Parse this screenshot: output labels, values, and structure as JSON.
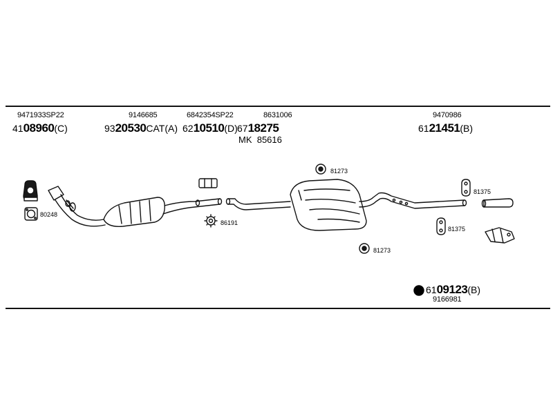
{
  "columns": [
    {
      "oe": "9471933SP22",
      "prefix": "41",
      "code": "08960",
      "suffix": "(C)"
    },
    {
      "oe": "9146685",
      "prefix": "93",
      "code": "20530",
      "suffix": "CAT(A)"
    },
    {
      "oe": "6842354SP22",
      "prefix": "62",
      "code": "10510",
      "suffix": "(D)"
    },
    {
      "oe": "8631006",
      "prefix": "67",
      "code": "18275",
      "suffix": "",
      "extra": "MK  85616"
    },
    {
      "oe": "9470986",
      "prefix": "61",
      "code": "21451",
      "suffix": "(B)"
    }
  ],
  "small_parts": {
    "p80248": "80248",
    "p86191": "86191",
    "p81273_top": "81273",
    "p81273_bottom": "81273",
    "p81375_top": "81375",
    "p81375_bottom": "81375"
  },
  "kit": {
    "prefix": "61",
    "code": "09123",
    "suffix": "(B)",
    "oe": "9166981"
  }
}
